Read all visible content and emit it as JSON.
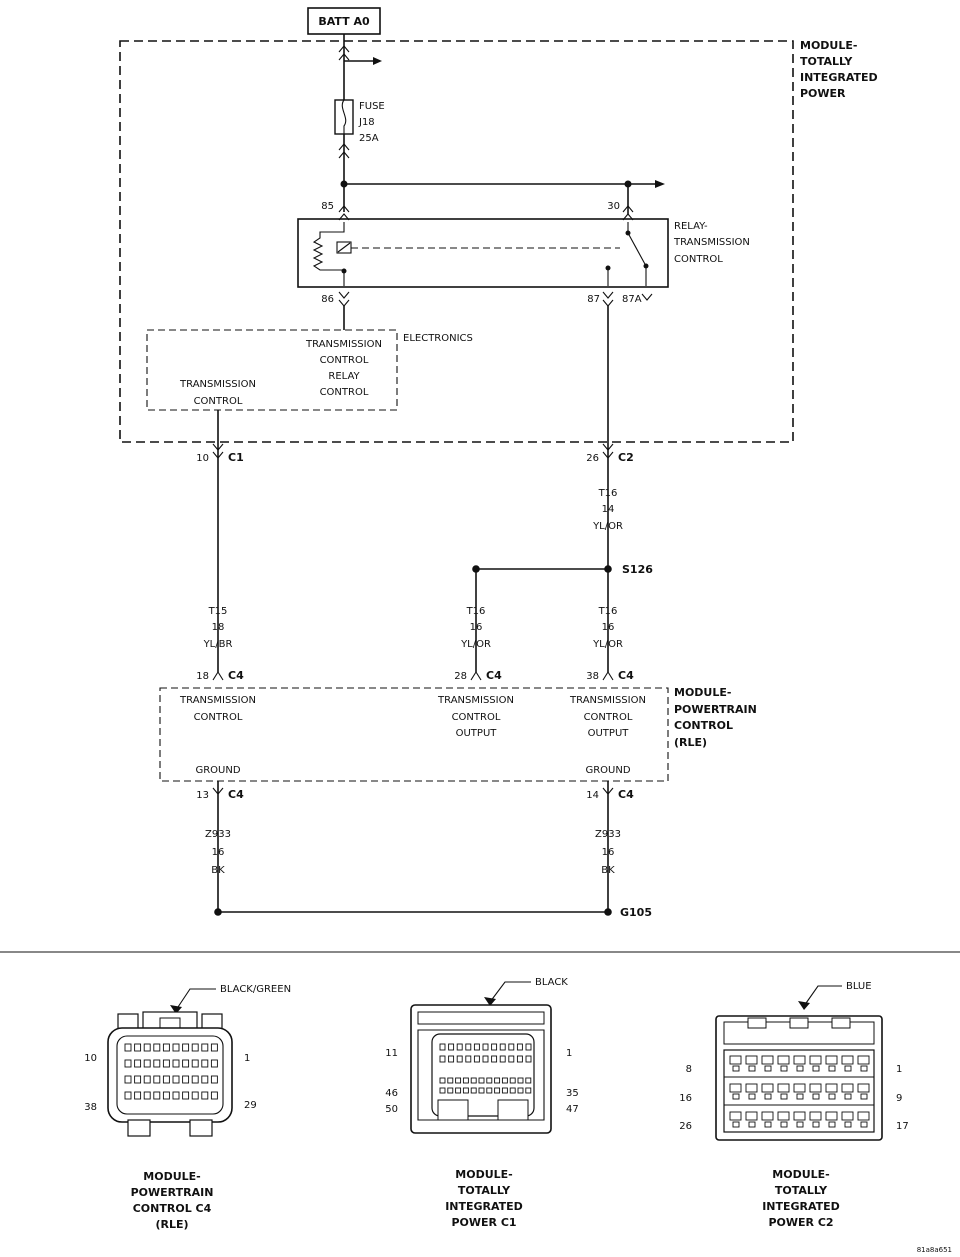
{
  "source": {
    "label": "BATT A0"
  },
  "modules": {
    "tip": {
      "line1": "MODULE-",
      "line2": "TOTALLY",
      "line3": "INTEGRATED",
      "line4": "POWER"
    },
    "pcm": {
      "line1": "MODULE-",
      "line2": "POWERTRAIN",
      "line3": "CONTROL",
      "line4": "(RLE)"
    }
  },
  "fuse": {
    "line1": "FUSE",
    "line2": "J18",
    "line3": "25A"
  },
  "relay": {
    "line1": "RELAY-",
    "line2": "TRANSMISSION",
    "line3": "CONTROL",
    "pin85": "85",
    "pin30": "30",
    "pin86": "86",
    "pin87": "87",
    "pin87a": "87A"
  },
  "electronics": {
    "label": "ELECTRONICS",
    "tcr": {
      "line1": "TRANSMISSION",
      "line2": "CONTROL",
      "line3": "RELAY",
      "line4": "CONTROL"
    },
    "tc": {
      "line1": "TRANSMISSION",
      "line2": "CONTROL"
    }
  },
  "connectors": {
    "c1": {
      "pin": "10",
      "name": "C1"
    },
    "c2": {
      "pin": "26",
      "name": "C2"
    },
    "c4_tc": {
      "pin": "18",
      "name": "C4"
    },
    "c4_out1": {
      "pin": "28",
      "name": "C4"
    },
    "c4_out2": {
      "pin": "38",
      "name": "C4"
    },
    "c4_gnd1": {
      "pin": "13",
      "name": "C4"
    },
    "c4_gnd2": {
      "pin": "14",
      "name": "C4"
    }
  },
  "wires": {
    "w_c2": {
      "circuit": "T16",
      "gauge": "14",
      "color": "YL/OR"
    },
    "w_c1": {
      "circuit": "T15",
      "gauge": "18",
      "color": "YL/BR"
    },
    "w_mid": {
      "circuit": "T16",
      "gauge": "16",
      "color": "YL/OR"
    },
    "w_right": {
      "circuit": "T16",
      "gauge": "16",
      "color": "YL/OR"
    },
    "w_gnd1": {
      "circuit": "Z933",
      "gauge": "16",
      "color": "BK"
    },
    "w_gnd2": {
      "circuit": "Z933",
      "gauge": "16",
      "color": "BK"
    }
  },
  "splice": {
    "label": "S126"
  },
  "ground": {
    "label": "G105"
  },
  "pcm_circuits": {
    "tc": {
      "line1": "TRANSMISSION",
      "line2": "CONTROL"
    },
    "out1": {
      "line1": "TRANSMISSION",
      "line2": "CONTROL",
      "line3": "OUTPUT"
    },
    "out2": {
      "line1": "TRANSMISSION",
      "line2": "CONTROL",
      "line3": "OUTPUT"
    },
    "gnd1": "GROUND",
    "gnd2": "GROUND"
  },
  "connector_views": [
    {
      "color": "BLACK/GREEN",
      "pin_left_top": "10",
      "pin_right_top": "1",
      "pin_left_bottom": "38",
      "pin_right_bottom": "29",
      "caption": {
        "line1": "MODULE-",
        "line2": "POWERTRAIN",
        "line3": "CONTROL C4",
        "line4": "(RLE)"
      }
    },
    {
      "color": "BLACK",
      "pin_left_top": "11",
      "pin_right_top": "1",
      "pin_left_mid": "46",
      "pin_right_mid": "35",
      "pin_left_bottom": "50",
      "pin_right_bottom": "47",
      "caption": {
        "line1": "MODULE-",
        "line2": "TOTALLY",
        "line3": "INTEGRATED",
        "line4": "POWER C1"
      }
    },
    {
      "color": "BLUE",
      "pin_left_top": "8",
      "pin_right_top": "1",
      "pin_left_mid": "16",
      "pin_right_mid": "9",
      "pin_left_bottom": "26",
      "pin_right_bottom": "17",
      "caption": {
        "line1": "MODULE-",
        "line2": "TOTALLY",
        "line3": "INTEGRATED",
        "line4": "POWER C2"
      }
    }
  ],
  "figure_id": "81a8a651"
}
